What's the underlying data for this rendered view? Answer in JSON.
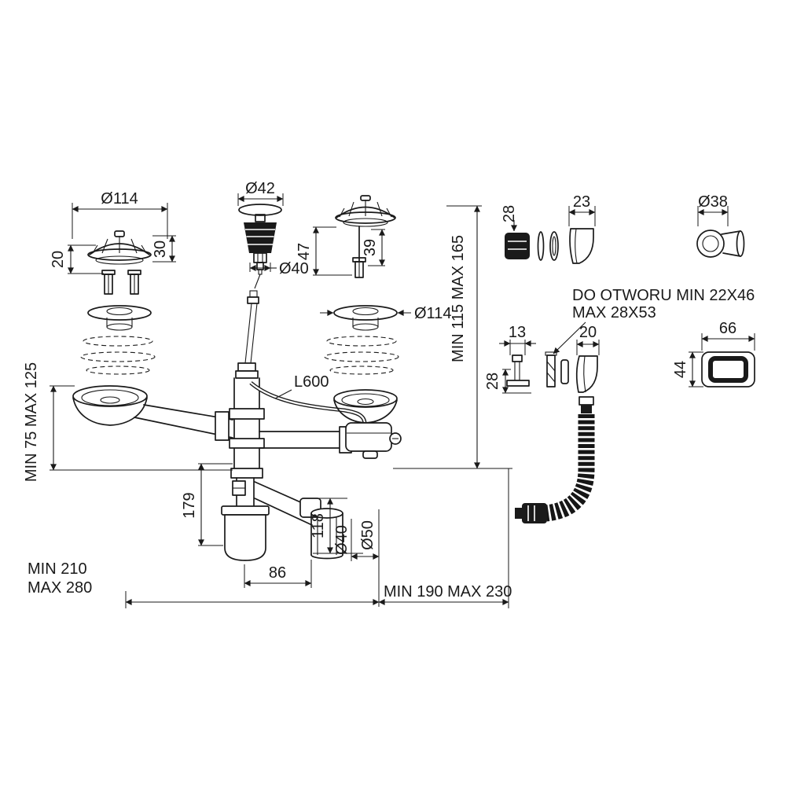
{
  "colors": {
    "ink": "#1a1a1a",
    "background": "#ffffff"
  },
  "labels": {
    "dia114_left": "Ø114",
    "dim20": "20",
    "dim30": "30",
    "dia42": "Ø42",
    "dia40_plug": "Ø40",
    "dim47": "47",
    "dim39": "39",
    "dia114_flange": "Ø114",
    "dim28_bumper": "28",
    "dim23": "23",
    "dia38": "Ø38",
    "note1": "DO OTWORU MIN 22X46",
    "note2": "MAX 28X53",
    "dim13": "13",
    "dim20_spout": "20",
    "dim28_gasket": "28",
    "dim66": "66",
    "dim44": "44",
    "depth": "MIN 115 MAX 165",
    "l600": "L600",
    "height_left": "MIN 75 MAX 125",
    "dim179": "179",
    "dim118": "118",
    "dia40_out": "Ø40",
    "dia50_out": "Ø50",
    "dim86": "86",
    "min210": "MIN 210",
    "max280": "MAX 280",
    "min190max230": "MIN 190 MAX 230"
  }
}
